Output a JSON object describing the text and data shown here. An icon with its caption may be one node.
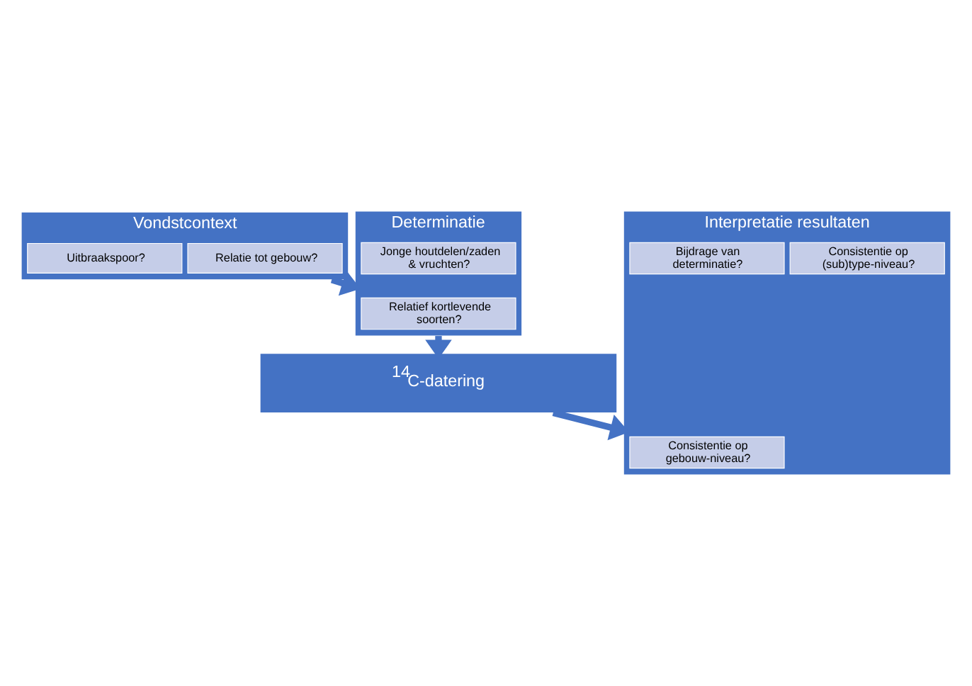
{
  "diagram": {
    "nodes": [
      {
        "text": [
          "Vondstcontext"
        ]
      },
      {
        "text": [
          "Relatie tot gebouw?"
        ],
        "in": 0
      },
      {
        "text": [
          "Uitbraakspoor?"
        ],
        "in": 0
      },
      {
        "text": [
          "Determinatie"
        ]
      },
      {
        "text": [
          "Relatief kortlevende soorten?"
        ],
        "in": 3
      },
      {
        "text": [
          "Jonge houtdelen/zaden & vruchten?"
        ],
        "in": 3
      },
      {
        "text": [
          "$^{14}$C-datering"
        ]
      },
      {
        "text": [
          "Interpretatie resultaten"
        ]
      },
      {
        "text": [
          "Consistentie op gebouw-niveau?"
        ],
        "in": 7
      },
      {
        "text": [
          "Consistentie op (sub)type-niveau?"
        ],
        "in": 7
      },
      {
        "text": [
          "Bijdrage van determinatie?"
        ],
        "in": 7
      }
    ],
    "edges": [
      {
        "from": 0,
        "to": 3,
        "arrow": "to"
      },
      {
        "from": 3,
        "to": 6,
        "arrow": "to"
      },
      {
        "from": 6,
        "to": 7,
        "arrow": "to"
      }
    ]
  }
}
